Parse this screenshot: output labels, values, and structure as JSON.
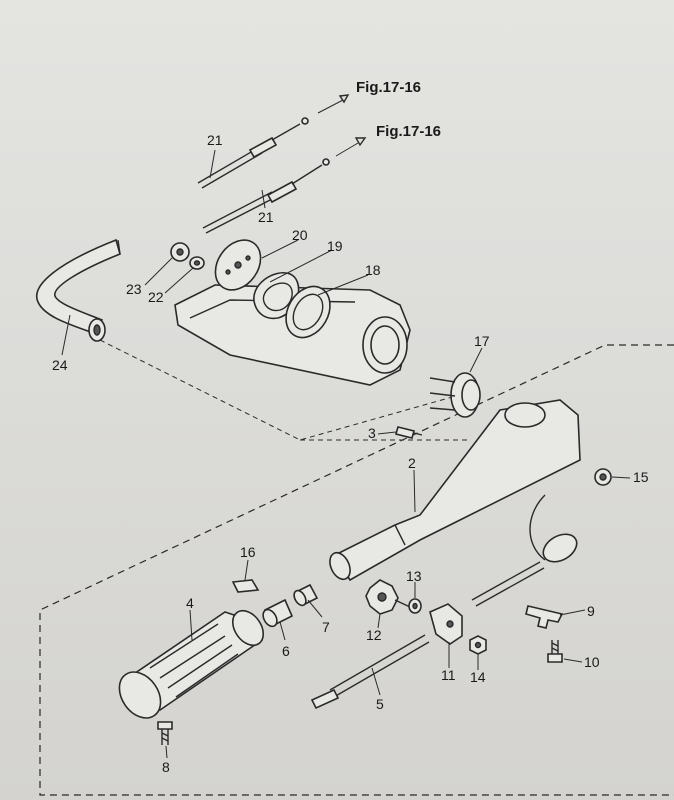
{
  "references": [
    {
      "id": "ref-a",
      "text": "Fig.17-16"
    },
    {
      "id": "ref-b",
      "text": "Fig.17-16"
    }
  ],
  "callouts": [
    {
      "id": "24",
      "text": "24"
    },
    {
      "id": "23",
      "text": "23"
    },
    {
      "id": "22",
      "text": "22"
    },
    {
      "id": "21a",
      "text": "21"
    },
    {
      "id": "21b",
      "text": "21"
    },
    {
      "id": "20",
      "text": "20"
    },
    {
      "id": "19",
      "text": "19"
    },
    {
      "id": "18",
      "text": "18"
    },
    {
      "id": "17",
      "text": "17"
    },
    {
      "id": "3",
      "text": "3"
    },
    {
      "id": "2",
      "text": "2"
    },
    {
      "id": "15",
      "text": "15"
    },
    {
      "id": "16",
      "text": "16"
    },
    {
      "id": "4",
      "text": "4"
    },
    {
      "id": "6",
      "text": "6"
    },
    {
      "id": "7",
      "text": "7"
    },
    {
      "id": "13",
      "text": "13"
    },
    {
      "id": "12",
      "text": "12"
    },
    {
      "id": "11",
      "text": "11"
    },
    {
      "id": "14",
      "text": "14"
    },
    {
      "id": "9",
      "text": "9"
    },
    {
      "id": "10",
      "text": "10"
    },
    {
      "id": "5",
      "text": "5"
    },
    {
      "id": "8",
      "text": "8"
    }
  ]
}
